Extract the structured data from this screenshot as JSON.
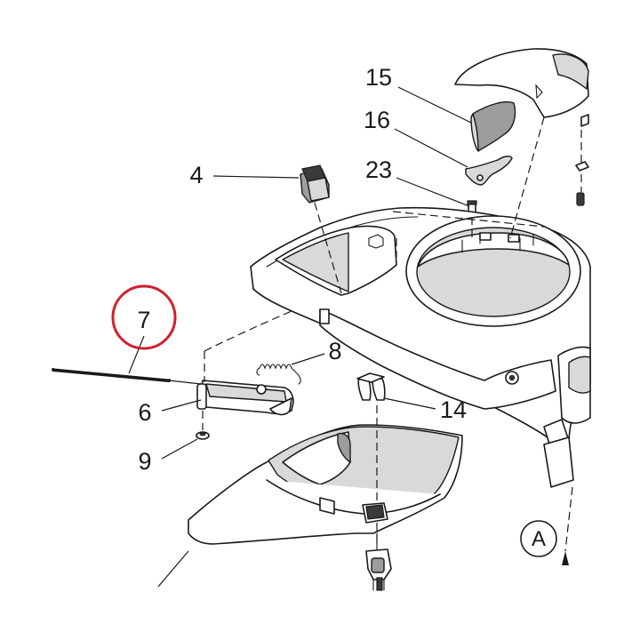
{
  "callouts": {
    "c15": "15",
    "c16": "16",
    "c23": "23",
    "c4": "4",
    "c7": "7",
    "c8": "8",
    "c6": "6",
    "c14": "14",
    "c9": "9"
  },
  "view_marker": "A",
  "highlight": {
    "part": "7",
    "color": "#d0202a"
  },
  "colors": {
    "line": "#1a1a1a",
    "shading": "#9d9d9d",
    "background": "#ffffff"
  }
}
